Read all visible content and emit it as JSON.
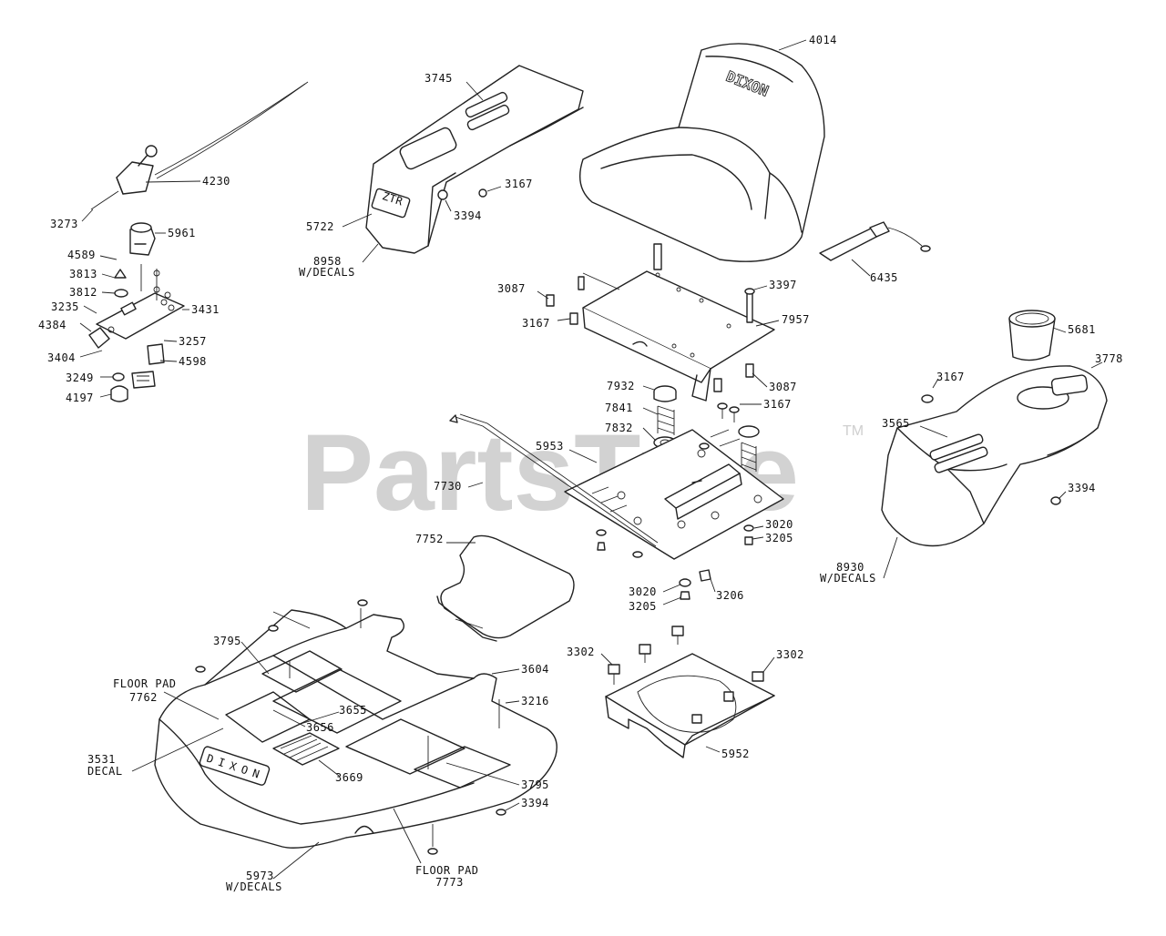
{
  "watermark": {
    "text": "PartsTree",
    "trademark": "TM"
  },
  "brand": {
    "seat": "DIXON",
    "ztr": "ZTR",
    "base": "DIXON"
  },
  "labels": {
    "p4014": "4014",
    "p3745": "3745",
    "p4230": "4230",
    "p3273": "3273",
    "p5961": "5961",
    "p3167a": "3167",
    "p3394a": "3394",
    "p5722": "5722",
    "p8958": "8958",
    "p8958b": "W/DECALS",
    "p4589": "4589",
    "p3813": "3813",
    "p3812": "3812",
    "p3235": "3235",
    "p3431": "3431",
    "p4384": "4384",
    "p3404": "3404",
    "p3257": "3257",
    "p4598": "4598",
    "p3249": "3249",
    "p4197": "4197",
    "p6435": "6435",
    "p3087a": "3087",
    "p3397": "3397",
    "p3167b": "3167",
    "p7957": "7957",
    "p5681": "5681",
    "p3778": "3778",
    "p3167c": "3167",
    "p3087b": "3087",
    "p7932": "7932",
    "p3167d": "3167",
    "p7841": "7841",
    "p7832": "7832",
    "p3565": "3565",
    "p5953": "5953",
    "p7730": "7730",
    "p3394b": "3394",
    "p3020a": "3020",
    "p3205a": "3205",
    "p7752": "7752",
    "p8930": "8930",
    "p8930b": "W/DECALS",
    "p3020b": "3020",
    "p3206": "3206",
    "p3205b": "3205",
    "p3302a": "3302",
    "p3302b": "3302",
    "p3795a": "3795",
    "p3604": "3604",
    "p3655": "3655",
    "p3216": "3216",
    "p7762a": "FLOOR PAD",
    "p7762b": "7762",
    "p3656": "3656",
    "p3531a": "3531",
    "p3531b": "DECAL",
    "p3669": "3669",
    "p3795b": "3795",
    "p5952": "5952",
    "p3394c": "3394",
    "p5973": "5973",
    "p5973b": "W/DECALS",
    "p7773a": "FLOOR PAD",
    "p7773b": "7773"
  }
}
